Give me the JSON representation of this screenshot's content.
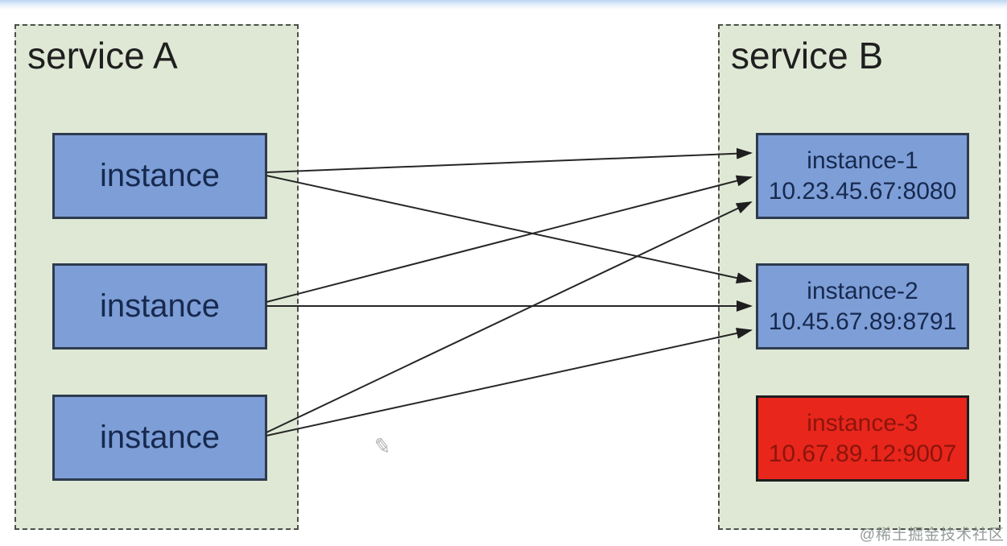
{
  "watermark": "@稀土掘金技术社区",
  "icons": {
    "pencil_cursor": "✎"
  },
  "colors": {
    "canvas_bg": "#ffffff",
    "top_strip": "#bdd7f3",
    "container_bg": "#dfe8d5",
    "container_border": "#4b4f4b",
    "instance_blue": "#7d9ed7",
    "instance_blue_border": "#2e3b4e",
    "instance_blue_text": "#17294e",
    "instance_red": "#e8261c",
    "instance_red_border": "#1e1e1e",
    "instance_red_text": "#8b150c",
    "arrow": "#262626",
    "title_text": "#1f1f1f",
    "watermark_text": "#8a938f"
  },
  "service_a": {
    "title": "service A",
    "instances": [
      {
        "label": "instance"
      },
      {
        "label": "instance"
      },
      {
        "label": "instance"
      }
    ]
  },
  "service_b": {
    "title": "service B",
    "instances": [
      {
        "name": "instance-1",
        "address": "10.23.45.67:8080",
        "status": "healthy"
      },
      {
        "name": "instance-2",
        "address": "10.45.67.89:8791",
        "status": "healthy"
      },
      {
        "name": "instance-3",
        "address": "10.67.89.12:9007",
        "status": "down"
      }
    ]
  },
  "connections": [
    {
      "from": "service-a-instance-1",
      "to": "service-b-instance-1"
    },
    {
      "from": "service-a-instance-1",
      "to": "service-b-instance-2"
    },
    {
      "from": "service-a-instance-2",
      "to": "service-b-instance-1"
    },
    {
      "from": "service-a-instance-2",
      "to": "service-b-instance-2"
    },
    {
      "from": "service-a-instance-3",
      "to": "service-b-instance-1"
    },
    {
      "from": "service-a-instance-3",
      "to": "service-b-instance-2"
    }
  ]
}
